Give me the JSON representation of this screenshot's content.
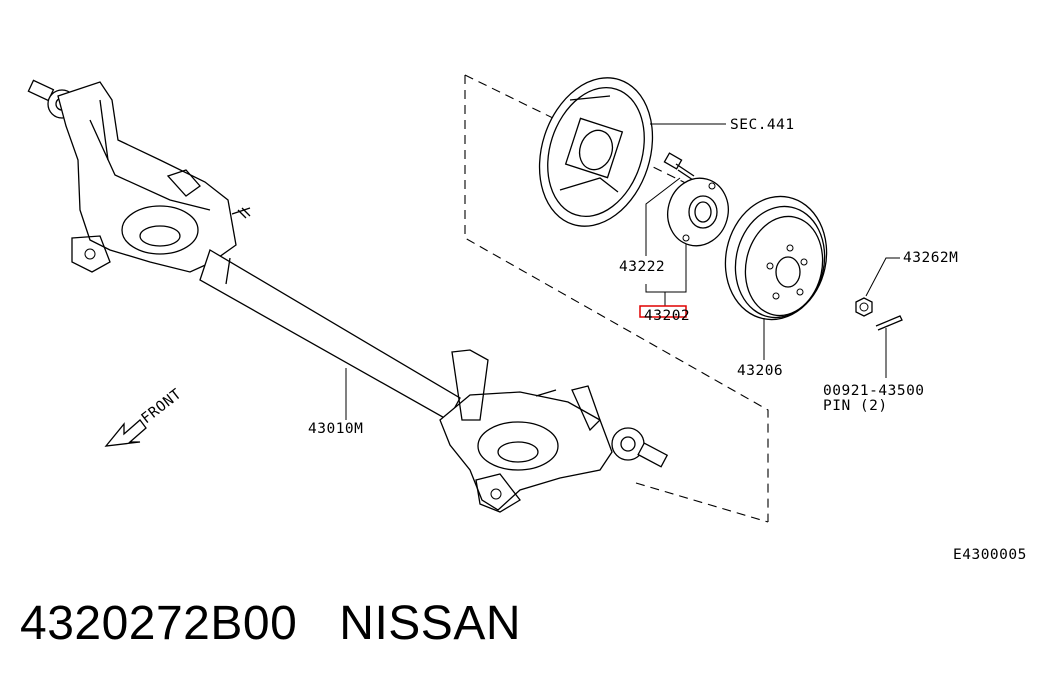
{
  "diagram": {
    "labels": {
      "sec441": "SEC.441",
      "p43222": "43222",
      "p43202": "43202",
      "p43206": "43206",
      "p43262m": "43262M",
      "p43010m": "43010M",
      "pin_number": "00921-43500",
      "pin_text": "PIN (2)",
      "front": "FRONT",
      "diagram_code": "E4300005"
    },
    "highlight_color": "#e00000"
  },
  "caption": {
    "part_number": "4320272B00",
    "brand": "NISSAN"
  }
}
